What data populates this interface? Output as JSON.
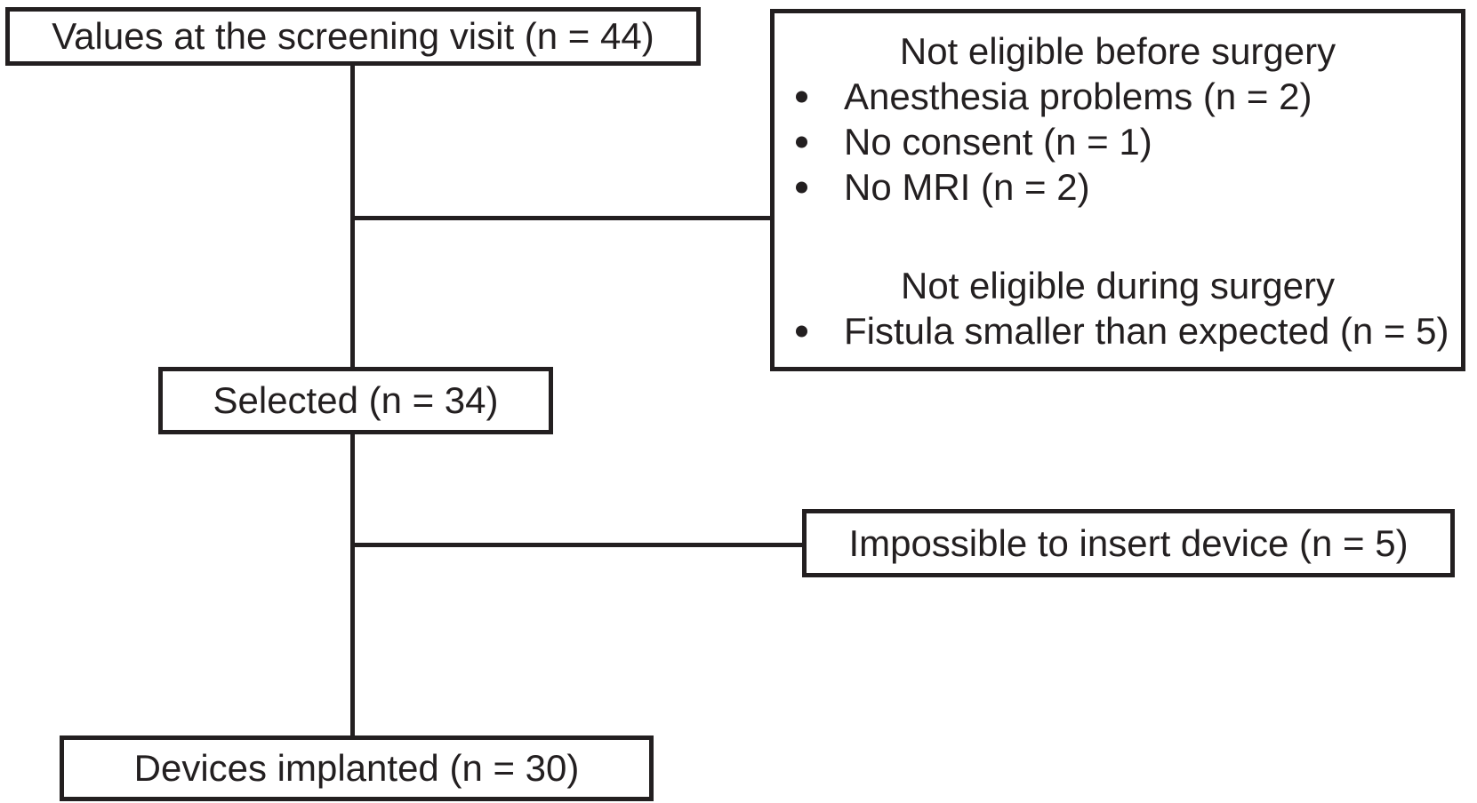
{
  "figure": {
    "type": "patient-flow-diagram",
    "background_color": "#ffffff",
    "ink_color": "#231f20"
  },
  "flow": {
    "screening": {
      "label": "Values at the screening visit (n = 44)",
      "n": 44
    },
    "selected": {
      "label": "Selected (n = 34)",
      "n": 34
    },
    "implanted": {
      "label": "Devices implanted (n = 30)",
      "n": 30
    },
    "not_eligible": {
      "before_heading": "Not eligible before surgery",
      "before_items": [
        "Anesthesia problems (n = 2)",
        "No consent (n = 1)",
        "No MRI (n = 2)"
      ],
      "during_heading": "Not eligible during surgery",
      "during_items": [
        "Fistula smaller than expected (n = 5)"
      ]
    },
    "impossible": {
      "label": "Impossible to insert device (n = 5)",
      "n": 5
    }
  }
}
